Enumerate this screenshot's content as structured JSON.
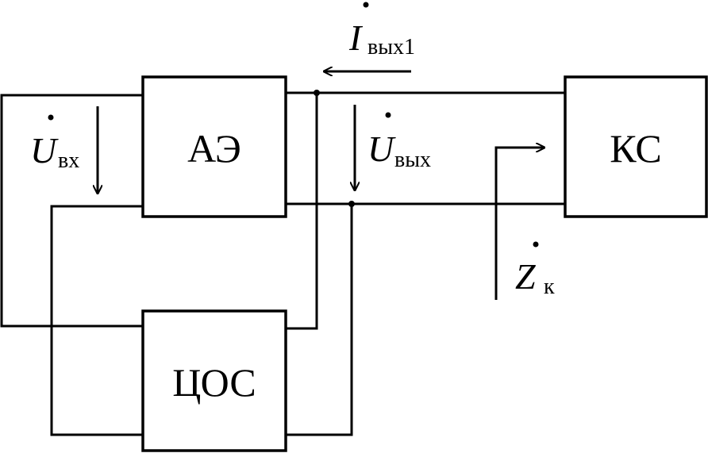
{
  "blocks": {
    "amplifier": "АЭ",
    "load": "КС",
    "feedback": "ЦОС"
  },
  "labels": {
    "u_in": {
      "symbol": "U",
      "subscript": "вх"
    },
    "u_out": {
      "symbol": "U",
      "subscript": "вых"
    },
    "i_out": {
      "symbol": "I",
      "subscript": "вых1"
    },
    "z_load": {
      "symbol": "Z",
      "subscript": "к"
    }
  }
}
